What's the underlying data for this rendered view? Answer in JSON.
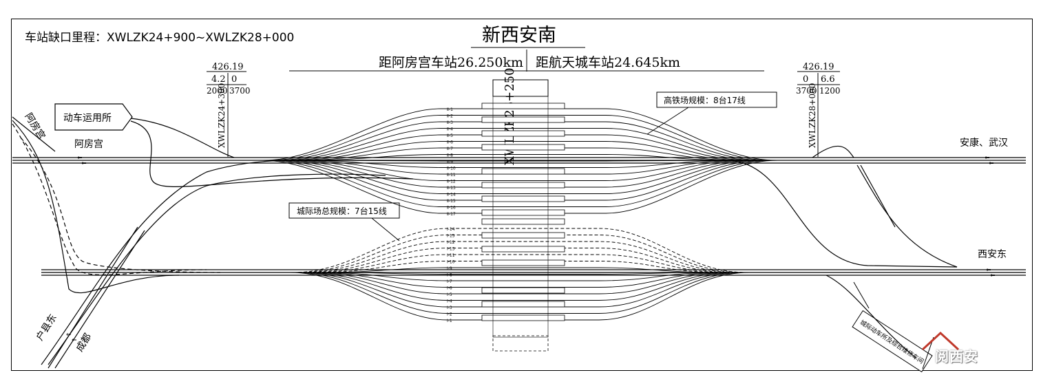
{
  "header": {
    "mileage_label": "车站缺口里程：XWLZK24+900~XWLZK28+000",
    "station_name": "新西安南",
    "distance_left": "距阿房宫车站26.250km",
    "distance_right": "距航天城车站24.645km",
    "center_mileage": "XWLZK26+250"
  },
  "profile_left": {
    "elevation": "426.19",
    "grade": "4.2",
    "grade2": "0",
    "len1": "2000",
    "len2": "3700",
    "mileage": "XWLZK24+300"
  },
  "profile_right": {
    "elevation": "426.19",
    "grade": "0",
    "grade2": "6.6",
    "len1": "3700",
    "len2": "1200",
    "mileage": "XWLZK28+000"
  },
  "labels": {
    "depot": "动车运用所",
    "ebang_gong_curve": "阿房宫",
    "ebang_gong": "阿房宫",
    "ankang_wuhan": "安康、武汉",
    "xian_dong": "西安东",
    "huxian_dong": "户县东",
    "chengdu": "成都",
    "hsr_yard": "高铁场规模：8台17线",
    "intercity_yard": "城际场总规模：7台15线",
    "intercity_depot": "城际动车所及综合维修车间"
  },
  "track_labels": {
    "hsr": [
      "Ⅱ-1",
      "Ⅱ-2",
      "Ⅱ-3",
      "Ⅱ-4",
      "Ⅱ-5",
      "Ⅱ-6",
      "Ⅱ-7",
      "Ⅱ-8",
      "Ⅱ-9",
      "Ⅱ-10",
      "Ⅱ-11",
      "Ⅱ-12",
      "Ⅱ-13",
      "Ⅱ-14",
      "Ⅱ-15",
      "Ⅱ-16",
      "Ⅱ-17"
    ],
    "intercity": [
      "Ⅰ-14",
      "Ⅰ-15",
      "Ⅰ-12",
      "Ⅰ-13",
      "Ⅰ-11",
      "Ⅰ-10",
      "Ⅰ-9",
      "Ⅰ-8",
      "Ⅰ-7",
      "Ⅰ-6",
      "Ⅰ-5",
      "Ⅰ-4",
      "Ⅰ-3",
      "Ⅰ-2",
      "Ⅰ-1"
    ]
  },
  "watermark": "阅西安",
  "colors": {
    "line": "#000000",
    "logo": "#c0392b"
  }
}
